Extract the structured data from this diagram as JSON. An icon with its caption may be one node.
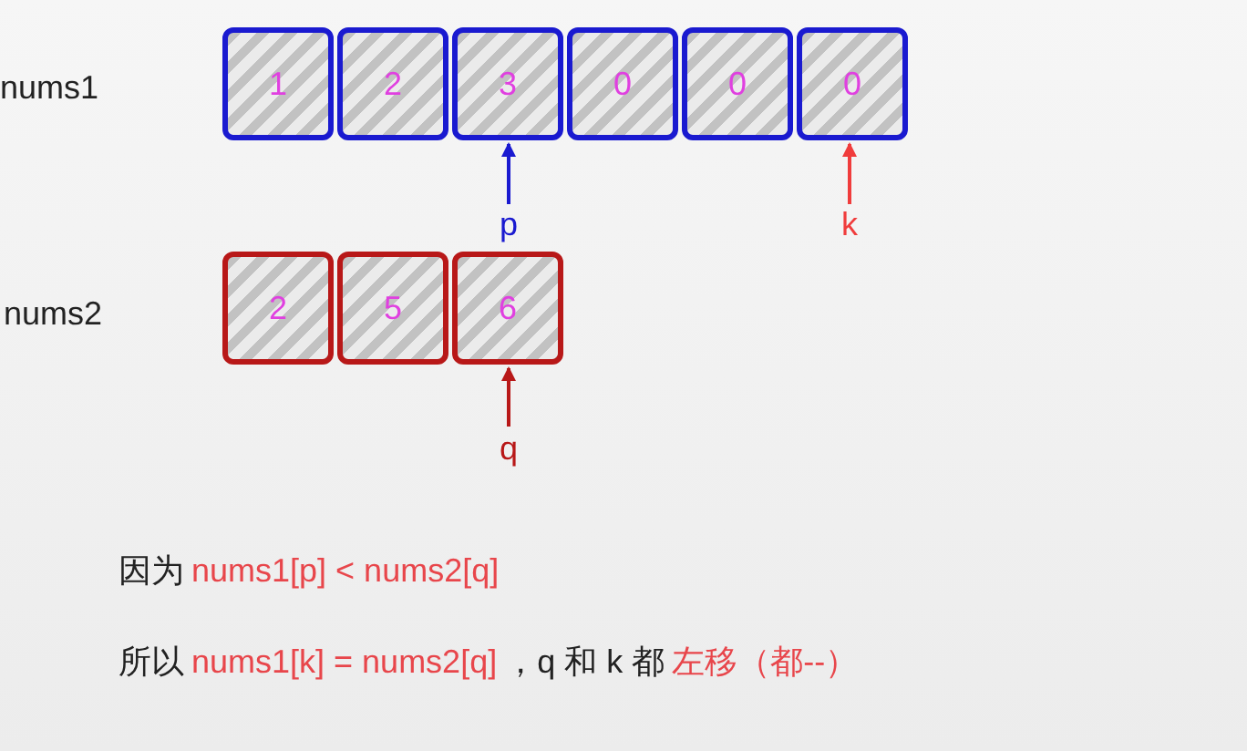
{
  "diagram": {
    "nodes": [
      {
        "text": [
          "1"
        ]
      },
      {
        "text": [
          "2"
        ]
      },
      {
        "text": [
          "3"
        ]
      },
      {
        "text": [
          "0"
        ]
      },
      {
        "text": [
          "0"
        ]
      },
      {
        "text": [
          "0"
        ]
      },
      {
        "text": [
          "p"
        ]
      },
      {
        "text": [
          "k"
        ]
      },
      {
        "text": [
          "2"
        ]
      },
      {
        "text": [
          "5"
        ]
      },
      {
        "text": [
          "6"
        ]
      },
      {
        "text": [
          "q"
        ]
      }
    ],
    "edges": [
      {
        "from": 6,
        "to": 2,
        "arrow": "to",
        "color": "#1a1ad0"
      },
      {
        "from": 7,
        "to": 5,
        "arrow": "to",
        "color": "#f03c3c"
      },
      {
        "from": 11,
        "to": 10,
        "arrow": "to",
        "color": "#b81818"
      }
    ],
    "labels": [
      "nums1",
      "nums2",
      "因为",
      "nums1[p] < nums2[q]",
      "所以",
      "nums1[k] = nums2[q]",
      "，q 和 k 都",
      "左移（都--）"
    ]
  }
}
